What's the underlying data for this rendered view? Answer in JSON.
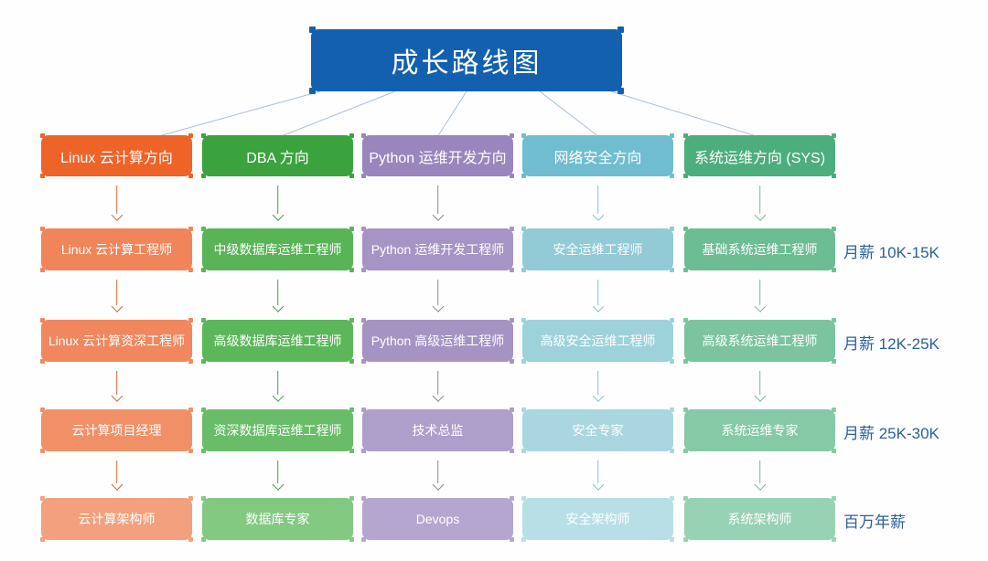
{
  "title": "成长路线图",
  "columns": [
    {
      "header": "Linux 云计算方向",
      "levels": [
        "Linux 云计算工程师",
        "Linux 云计算资深工程师",
        "云计算项目经理",
        "云计算架构师"
      ],
      "colors": {
        "header": "#ee6328",
        "rows": [
          "#f0855a",
          "#f0875f",
          "#f19067",
          "#f2a07d"
        ],
        "arrow": "#d4693a"
      }
    },
    {
      "header": "DBA 方向",
      "levels": [
        "中级数据库运维工程师",
        "高级数据库运维工程师",
        "资深数据库运维工程师",
        "数据库专家"
      ],
      "colors": {
        "header": "#3ba33e",
        "rows": [
          "#58b457",
          "#5cb75b",
          "#69bd68",
          "#83c982"
        ],
        "arrow": "#4d9f55"
      }
    },
    {
      "header": "Python 运维开发方向",
      "levels": [
        "Python 运维开发工程师",
        "Python 高级运维工程师",
        "技术总监",
        "Devops"
      ],
      "colors": {
        "header": "#9a85bd",
        "rows": [
          "#a694c4",
          "#a593c3",
          "#ae9eca",
          "#b5a6cf"
        ],
        "arrow": "#8b8b94"
      }
    },
    {
      "header": "网络安全方向",
      "levels": [
        "安全运维工程师",
        "高级安全运维工程师",
        "安全专家",
        "安全架构师"
      ],
      "colors": {
        "header": "#6fbdcf",
        "rows": [
          "#92cad5",
          "#9dd2da",
          "#aad7df",
          "#b8dfe5"
        ],
        "arrow": "#85c3cf"
      }
    },
    {
      "header": "系统运维方向 (SYS)",
      "levels": [
        "基础系统运维工程师",
        "高级系统运维工程师",
        "系统运维专家",
        "系统架构师"
      ],
      "colors": {
        "header": "#4cad7d",
        "rows": [
          "#6dbd94",
          "#7cc4a0",
          "#86c9a7",
          "#98d2b5"
        ],
        "arrow": "#72bf97"
      }
    }
  ],
  "salaries": [
    "月薪 10K-15K",
    "月薪 12K-25K",
    "月薪 25K-30K",
    "百万年薪"
  ],
  "theme": {
    "title_bg": "#1361ae",
    "salary_text": "#2a5f9e",
    "fan_line": "#a9c0d8"
  }
}
